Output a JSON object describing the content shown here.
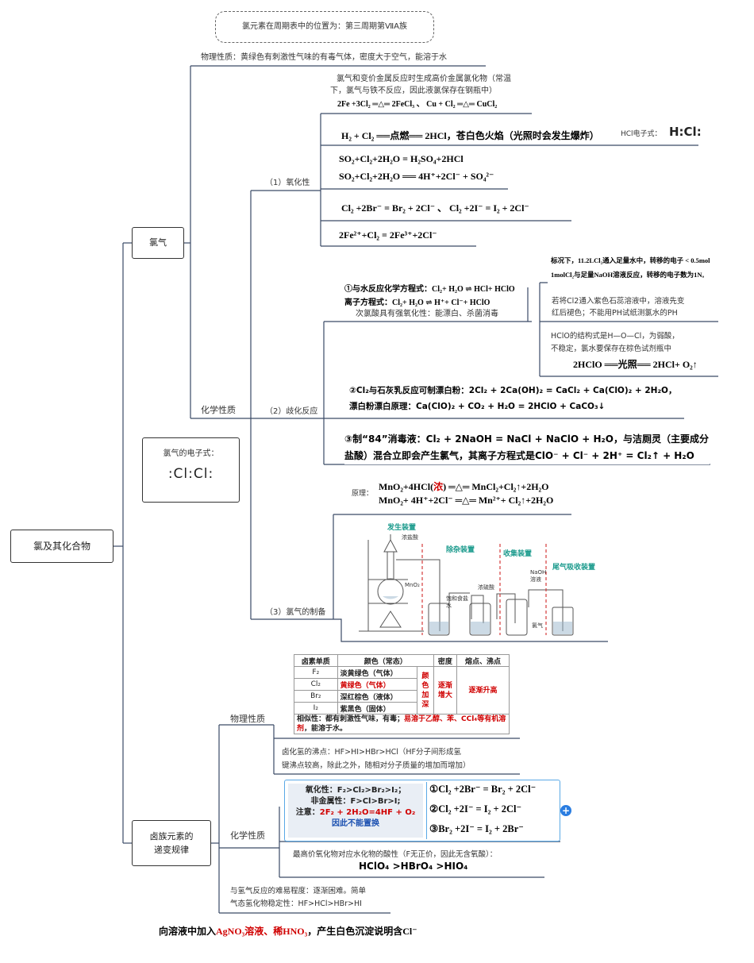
{
  "top_note": "氯元素在周期表中的位置为：第三周期第ⅦA族",
  "root": "氯及其化合物",
  "chlorine": {
    "label": "氯气",
    "physical": "物理性质：黄绿色有刺激性气味的有毒气体，密度大于空气，能溶于水",
    "chemical_label": "化学性质",
    "oxidizing_label": "（1）氧化性",
    "metal_note_1": "氯气和变价金属反应时生成高价金属氯化物（常温",
    "metal_note_2": "下，氯气与铁不反应，因此液氯保存在钢瓶中）",
    "eq_fe": "2Fe +3Cl₂ ═△═ 2FeCl₃ 、 Cu + Cl₂ ═△═ CuCl₂",
    "eq_h2": "H₂ + Cl₂ ══点燃══ 2HCl，苍白色火焰（光照时会发生爆炸）",
    "hcl_label": "HCl电子式：",
    "hcl_formula": "H:Cl:",
    "eq_so2_1": "SO₂+Cl₂+2H₂O = H₂SO₄+2HCl",
    "eq_so2_2": "SO₂+Cl₂+2H₂O ══ 4H⁺+2Cl⁻ + SO₄²⁻",
    "eq_br_i": "Cl₂ +2Br⁻ = Br₂ + 2Cl⁻  、 Cl₂ +2I⁻ = I₂ + 2Cl⁻",
    "eq_fe2": "2Fe²⁺+Cl₂ = 2Fe³⁺+2Cl⁻",
    "disproportionation_label": "（2）歧化反应",
    "water_eq": "①与水反应化学方程式：Cl₂+ H₂O ⇌ HCl+ HClO",
    "water_ionic": "离子方程式：Cl₂+ H₂O ⇌ H⁺+ Cl⁻+ HClO",
    "hclo_note": "次氯酸具有强氧化性：能漂白、杀菌消毒",
    "electron_note_1": "标况下，11.2LCl₂通入足量水中，转移的电子 < 0.5mol",
    "electron_note_2": "1molCl₂与足量NaOH溶液反应，转移的电子数为1Nₐ",
    "litmus_note_1": "若将Cl2通入紫色石蕊溶液中，溶液先变",
    "litmus_note_2": "红后褪色；不能用PH试纸测氯水的PH",
    "hclo_struct_1": "HClO的结构式是H—O—Cl，为弱酸，",
    "hclo_struct_2": "不稳定，氯水要保存在棕色试剂瓶中",
    "hclo_decomp": "2HClO ══光照══ 2HCl+ O₂↑",
    "bleach_1": "②Cl₂与石灰乳反应可制漂白粉：2Cl₂ + 2Ca(OH)₂ = CaCl₂ + Ca(ClO)₂ + 2H₂O，",
    "bleach_2": "漂白粉漂白原理：Ca(ClO)₂ + CO₂ + H₂O = 2HClO + CaCO₃↓",
    "naclo_1": "③制“84”消毒液：Cl₂ + 2NaOH = NaCl + NaClO + H₂O，与洁厕灵（主要成分",
    "naclo_2": "盐酸）混合立即会产生氯气，其离子方程式是ClO⁻ + Cl⁻ + 2H⁺ = Cl₂↑ + H₂O",
    "prep_label": "（3）氯气的制备",
    "principle_label": "原理：",
    "prep_eq_1": "MnO₂+4HCl(浓) ═△═ MnCl₂+Cl₂↑+2H₂O",
    "prep_eq_1_a": "MnO₂+4HCl(",
    "prep_eq_1_red": "浓",
    "prep_eq_1_b": ") ═△═ MnCl₂+Cl₂↑+2H₂O",
    "prep_eq_2": "MnO₂+ 4H⁺+2Cl⁻ ═△═ Mn²⁺+ Cl₂↑+2H₂O",
    "apparatus": {
      "gen": "发生装置",
      "purify": "除杂装置",
      "collect": "收集装置",
      "tail": "尾气吸收装置",
      "conc_hcl": "浓盐酸",
      "mno2": "MnO₂",
      "brine": "饱和食盐水",
      "h2so4": "浓硫酸",
      "naoh": "NaOH溶液",
      "cl2": "氯气"
    }
  },
  "electron_formula": {
    "label": "氯气的电子式：",
    "formula": ":Cl:Cl:"
  },
  "halogen": {
    "label_1": "卤族元素的",
    "label_2": "递变规律",
    "physical_label": "物理性质",
    "chemical_label": "化学性质",
    "table": {
      "headers": [
        "卤素单质",
        "颜色（常态）",
        "密度",
        "熔点、沸点"
      ],
      "rows": [
        [
          "F₂",
          "淡黄绿色（气体）"
        ],
        [
          "Cl₂",
          "黄绿色（气体）"
        ],
        [
          "Br₂",
          "深红棕色（液体）"
        ],
        [
          "I₂",
          "紫黑色（固体）"
        ]
      ],
      "trend_color": "颜色加深",
      "trend_density": "逐渐增大",
      "trend_mp": "逐渐升高",
      "similarity_a": "相似性：都有刺激性气味，有毒；",
      "similarity_b": "易溶于乙醇、苯、CCl₄等有机溶剂",
      "similarity_c": "，能溶于水。"
    },
    "hx_bp_1": "卤化氢的沸点：HF>HI>HBr>HCl（HF分子间形成氢",
    "hx_bp_2": "键沸点较高，除此之外，随相对分子质量的增加而增加）",
    "oxidizing": "氧化性：F₂>Cl₂>Br₂>I₂；",
    "nonmetal": "非金属性：F>Cl>Br>I;",
    "note_prefix": "注意：",
    "note_red": "2F₂ + 2H₂O=4HF + O₂",
    "note_blue": "因此不能置换",
    "displace_1": "①Cl₂ +2Br⁻ = Br₂ + 2Cl⁻",
    "displace_2": "②Cl₂ +2I⁻ = I₂ + 2Cl⁻",
    "displace_3": "③Br₂ +2I⁻ = I₂ + 2Br⁻",
    "acid_note": "最高价氧化物对应水化物的酸性（F无正价，因此无含氧酸）：",
    "acid_order": "HClO₄ >HBrO₄ >HIO₄",
    "h2_reaction": "与氢气反应的难易程度：逐渐困难。简单",
    "stability": "气态氢化物稳定性：HF>HCl>HBr>HI",
    "bottom_a": "向溶液中加入",
    "bottom_red": "AgNO₃溶液、稀HNO₃",
    "bottom_b": "，产生白色沉淀说明含Cl⁻"
  }
}
